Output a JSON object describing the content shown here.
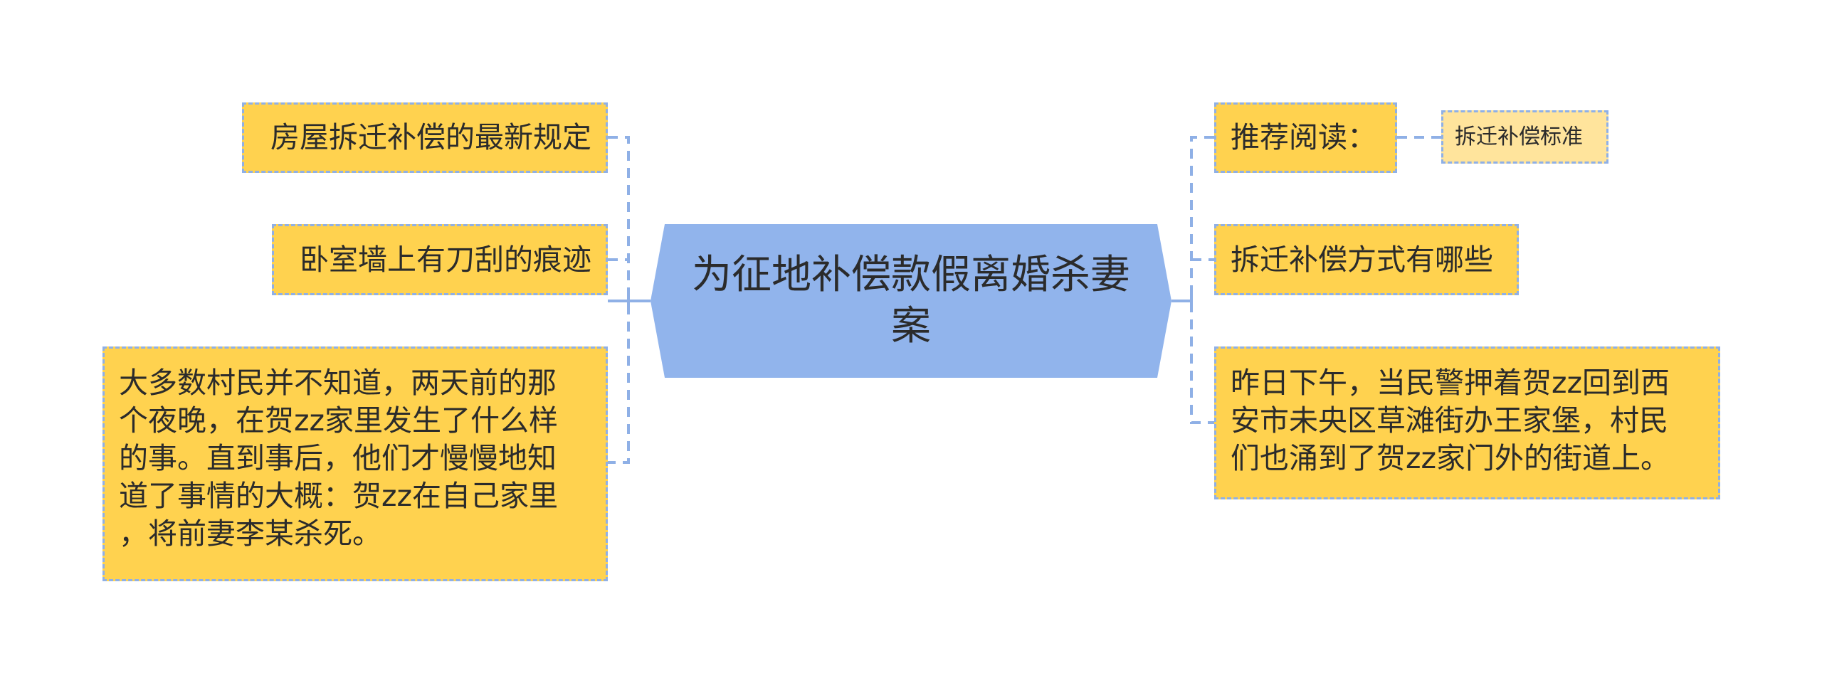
{
  "central_topic": {
    "lines": [
      "为征地补偿款假离婚杀妻",
      "案"
    ]
  },
  "left_branches": [
    {
      "label": "房屋拆迁补偿的最新规定"
    },
    {
      "label": "卧室墙上有刀刮的痕迹"
    },
    {
      "lines": [
        "大多数村民并不知道，两天前的那",
        "个夜晚，在贺zz家里发生了什么样",
        "的事。直到事后，他们才慢慢地知",
        "道了事情的大概：贺zz在自己家里",
        "，将前妻李某杀死。"
      ]
    }
  ],
  "right_branches": [
    {
      "label": "推荐阅读：",
      "children": [
        {
          "label": "拆迁补偿标准"
        }
      ]
    },
    {
      "label": "拆迁补偿方式有哪些"
    },
    {
      "lines": [
        "昨日下午，当民警押着贺zz回到西",
        "安市未央区草滩街办王家堡，村民",
        "们也涌到了贺zz家门外的街道上。"
      ]
    }
  ],
  "colors": {
    "node_fill": "#FFD24F",
    "sub_node_fill": "#FFE49C",
    "border": "#8FB0E6",
    "center_fill": "#91B4EC"
  }
}
